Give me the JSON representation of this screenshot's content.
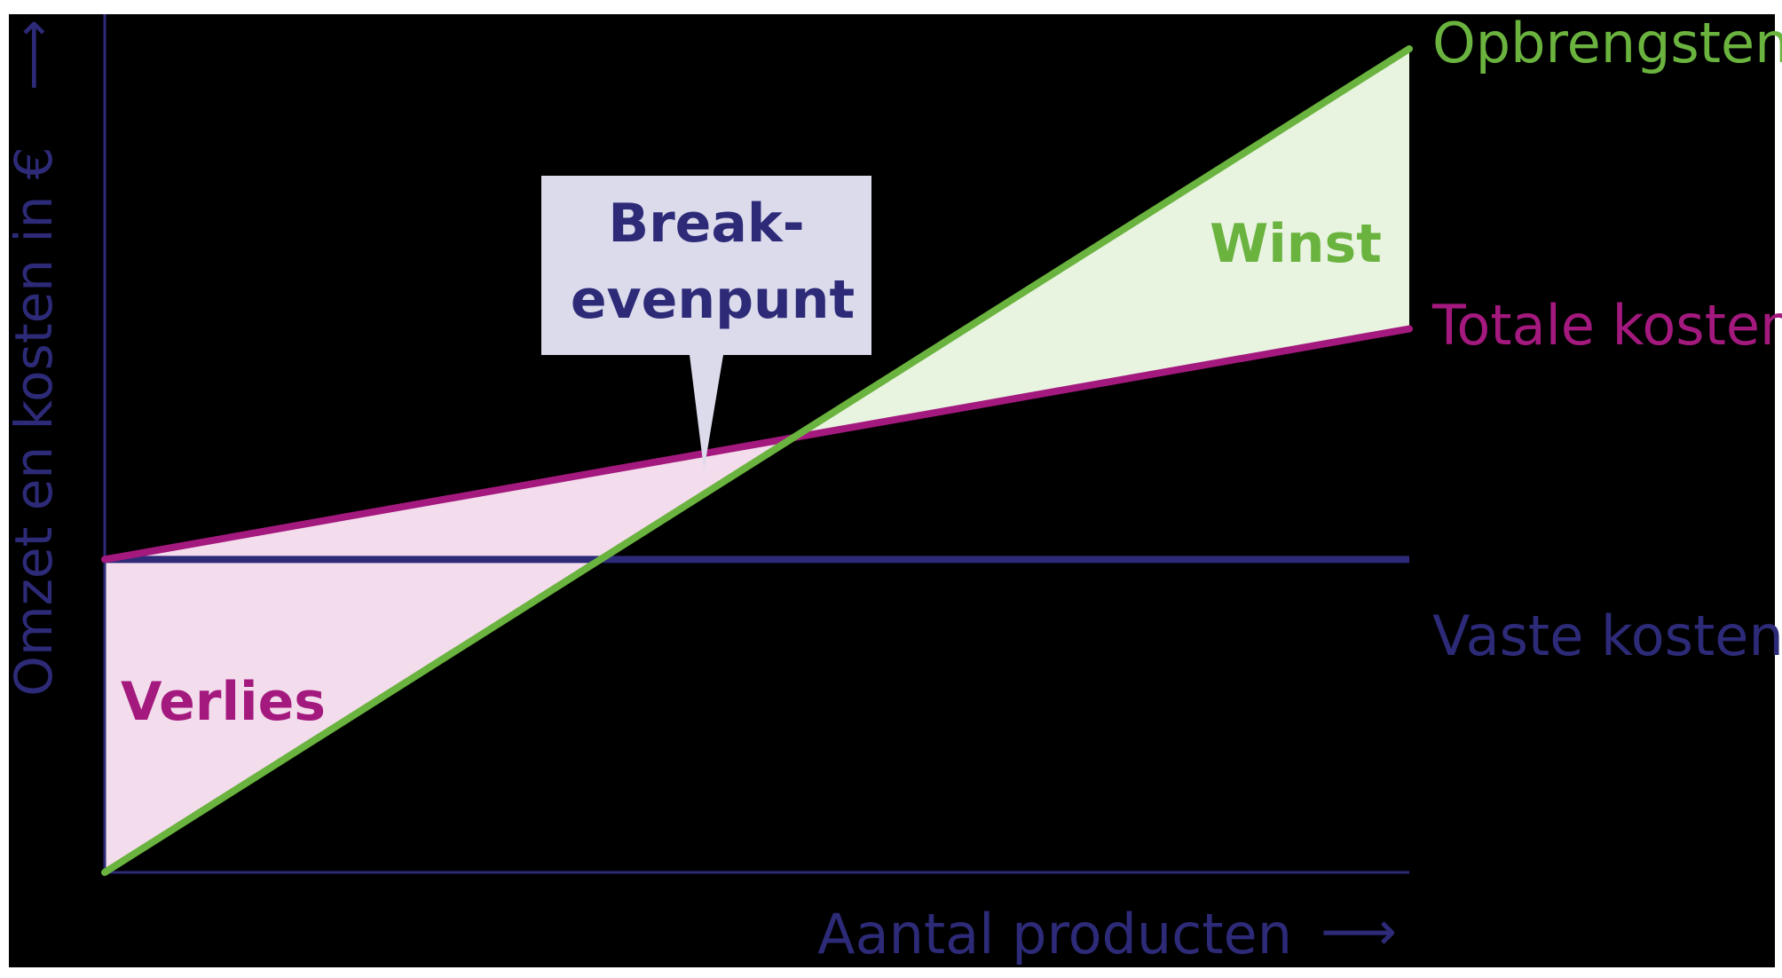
{
  "chart_data": {
    "type": "line",
    "title": "",
    "xlabel": "Aantal producten",
    "ylabel": "Omzet en kosten in €",
    "x_arrow": "⟶",
    "y_arrow": "⟶",
    "xlim": [
      0,
      10
    ],
    "ylim": [
      0,
      10
    ],
    "grid": false,
    "series": [
      {
        "name": "Opbrengsten",
        "x": [
          0,
          10
        ],
        "y": [
          0,
          10
        ],
        "color": "#6ab33e"
      },
      {
        "name": "Totale kosten",
        "x": [
          0,
          10
        ],
        "y": [
          3.8,
          6.6
        ],
        "color": "#a4197e"
      },
      {
        "name": "Vaste kosten",
        "x": [
          0,
          10
        ],
        "y": [
          3.8,
          3.8
        ],
        "color": "#2d2a78"
      }
    ],
    "regions": {
      "profit": {
        "label": "Winst",
        "color": "#6ab33e",
        "fill": "#e8f3e0"
      },
      "loss": {
        "label": "Verlies",
        "color": "#a4197e",
        "fill": "#f3dcec"
      }
    },
    "annotation": {
      "lines": [
        "Break-",
        "evenpunt"
      ],
      "x": 4.58,
      "y": 4.58,
      "fill": "#dcdbec",
      "color": "#2d2a78"
    },
    "axis_color": "#2d2a78",
    "background": "#000000"
  }
}
